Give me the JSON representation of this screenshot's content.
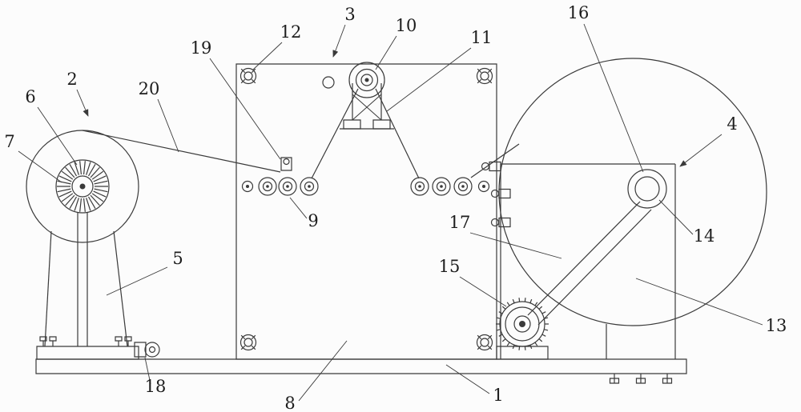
{
  "figure": {
    "colors": {
      "bg": "#fcfcfc",
      "line": "#3a3a3a",
      "label": "#1d1d1d"
    }
  },
  "callouts": [
    {
      "n": "1",
      "label": [
        622,
        501
      ],
      "line": [
        611,
        492,
        557,
        456
      ],
      "arrow": false
    },
    {
      "n": "2",
      "label": [
        90,
        106
      ],
      "line": [
        96,
        112,
        110,
        145
      ],
      "arrow": true
    },
    {
      "n": "3",
      "label": [
        437,
        25
      ],
      "line": [
        431,
        31,
        416,
        71
      ],
      "arrow": true
    },
    {
      "n": "4",
      "label": [
        914,
        162
      ],
      "line": [
        901,
        168,
        849,
        208
      ],
      "arrow": true
    },
    {
      "n": "5",
      "label": [
        222,
        330
      ],
      "line": [
        209,
        334,
        133,
        369
      ],
      "arrow": false
    },
    {
      "n": "6",
      "label": [
        38,
        128
      ],
      "line": [
        47,
        134,
        96,
        206
      ],
      "arrow": false
    },
    {
      "n": "7",
      "label": [
        12,
        184
      ],
      "line": [
        23,
        189,
        77,
        228
      ],
      "arrow": false
    },
    {
      "n": "8",
      "label": [
        362,
        511
      ],
      "line": [
        373,
        501,
        433,
        426
      ],
      "arrow": false
    },
    {
      "n": "9",
      "label": [
        391,
        283
      ],
      "line": [
        383,
        273,
        362,
        247
      ],
      "arrow": false
    },
    {
      "n": "10",
      "label": [
        507,
        39
      ],
      "line": [
        495,
        45,
        469,
        87
      ],
      "arrow": false
    },
    {
      "n": "11",
      "label": [
        601,
        54
      ],
      "line": [
        588,
        60,
        483,
        139
      ],
      "arrow": false
    },
    {
      "n": "12",
      "label": [
        363,
        47
      ],
      "line": [
        352,
        53,
        316,
        87
      ],
      "arrow": false
    },
    {
      "n": "13",
      "label": [
        969,
        414
      ],
      "line": [
        952,
        406,
        794,
        348
      ],
      "arrow": false
    },
    {
      "n": "14",
      "label": [
        879,
        302
      ],
      "line": [
        865,
        293,
        823,
        250
      ],
      "arrow": false
    },
    {
      "n": "15",
      "label": [
        561,
        340
      ],
      "line": [
        574,
        346,
        632,
        383
      ],
      "arrow": false
    },
    {
      "n": "16",
      "label": [
        722,
        23
      ],
      "line": [
        729,
        30,
        803,
        215
      ],
      "arrow": false
    },
    {
      "n": "17",
      "label": [
        574,
        285
      ],
      "line": [
        587,
        291,
        701,
        323
      ],
      "arrow": false
    },
    {
      "n": "18",
      "label": [
        194,
        490
      ],
      "line": [
        188,
        480,
        181,
        447
      ],
      "arrow": false
    },
    {
      "n": "19",
      "label": [
        251,
        67
      ],
      "line": [
        262,
        73,
        350,
        199
      ],
      "arrow": false
    },
    {
      "n": "20",
      "label": [
        186,
        118
      ],
      "line": [
        197,
        124,
        223,
        190
      ],
      "arrow": false
    }
  ]
}
